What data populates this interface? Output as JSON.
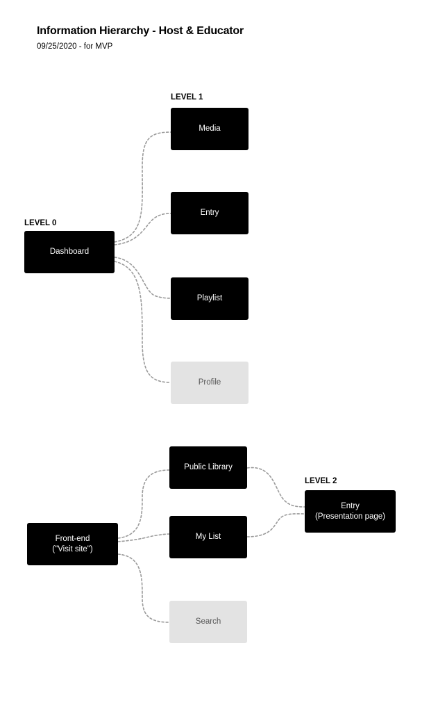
{
  "title": "Information Hierarchy - Host & Educator",
  "subtitle": "09/25/2020 - for MVP",
  "levels": {
    "level0": "LEVEL 0",
    "level1": "LEVEL 1",
    "level2": "LEVEL 2"
  },
  "nodes": {
    "dashboard": "Dashboard",
    "media": "Media",
    "entry": "Entry",
    "playlist": "Playlist",
    "profile": "Profile",
    "frontend": "Front-end\n(\"Visit site\")",
    "public_library": "Public Library",
    "my_list": "My List",
    "search": "Search",
    "entry_presentation": "Entry\n(Presentation page)"
  },
  "colors": {
    "node_active": "#000000",
    "node_inactive": "#e3e3e3",
    "connector": "#9a9a9a"
  }
}
